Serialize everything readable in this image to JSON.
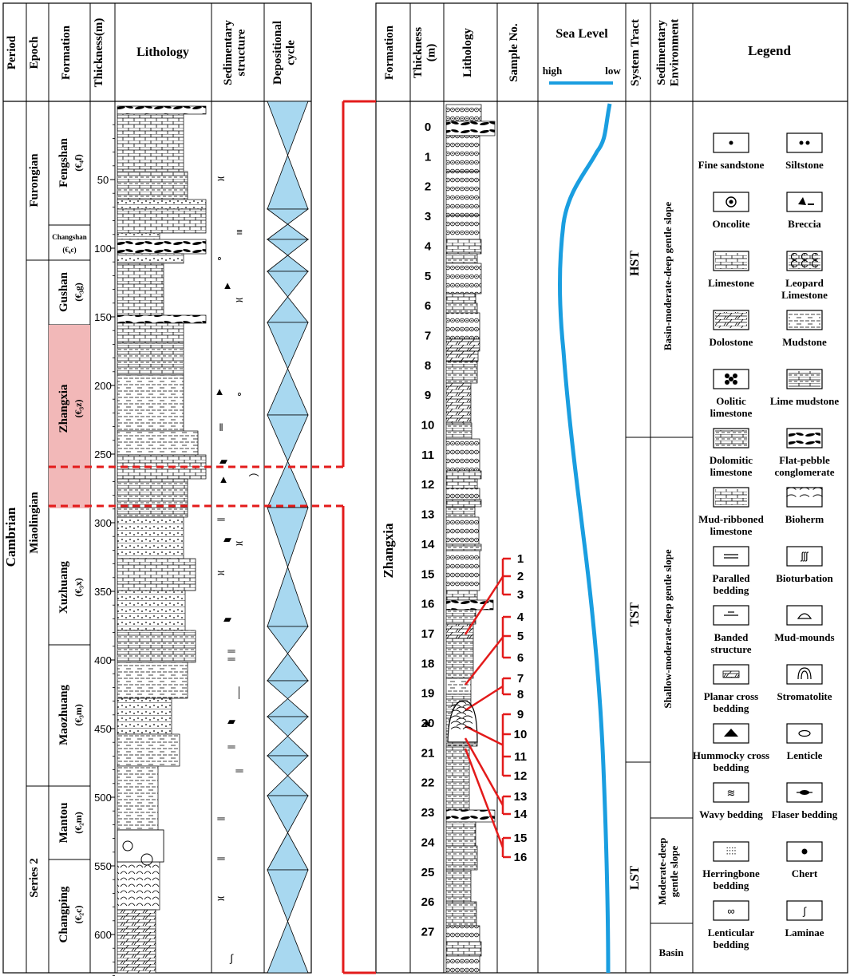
{
  "left_column": {
    "headers": {
      "period": "Period",
      "epoch": "Epoch",
      "formation": "Formation",
      "thickness": "Thickness(m)",
      "lithology": "Lithology",
      "sedimentary_structure": "Sedimentary structure",
      "depositional_cycle": "Depositional cycle"
    },
    "period": "Cambrian",
    "epochs": [
      "Furongian",
      "Miaolingian",
      "Series 2"
    ],
    "formations": [
      {
        "name": "Fengshan",
        "code": "(€₄f)"
      },
      {
        "name": "Changshan",
        "code": "(€₄c)"
      },
      {
        "name": "Gushan",
        "code": "(€₃g)"
      },
      {
        "name": "Zhangxia",
        "code": "(€₃z)"
      },
      {
        "name": "Xuzhuang",
        "code": "(€₃x)"
      },
      {
        "name": "Maozhuang",
        "code": "(€₃m)"
      },
      {
        "name": "Mantou",
        "code": "(€₂m)"
      },
      {
        "name": "Changping",
        "code": "(€₂c)"
      }
    ],
    "depth_ticks": [
      "50",
      "100",
      "150",
      "200",
      "250",
      "300",
      "350",
      "400",
      "450",
      "500",
      "550",
      "600"
    ],
    "highlight_color": "#f2b8b8",
    "cycle_color": "#a8d8f0"
  },
  "right_column": {
    "headers": {
      "formation": "Formation",
      "thickness": "Thickness",
      "thickness_unit": "(m)",
      "lithology": "Lithology",
      "sample_no": "Sample No.",
      "sea_level": "Sea Level",
      "sea_high": "high",
      "sea_low": "low",
      "system_tract": "System Tract",
      "sedimentary_environment": "Sedimentary Environment",
      "legend": "Legend"
    },
    "formation": "Zhangxia",
    "meter_ticks": [
      "0",
      "1",
      "2",
      "3",
      "4",
      "5",
      "6",
      "7",
      "8",
      "9",
      "10",
      "11",
      "12",
      "13",
      "14",
      "15",
      "16",
      "17",
      "18",
      "19",
      "20",
      "21",
      "22",
      "23",
      "24",
      "25",
      "26",
      "27"
    ],
    "samples": [
      "1",
      "2",
      "3",
      "4",
      "5",
      "6",
      "7",
      "8",
      "9",
      "10",
      "11",
      "12",
      "13",
      "14",
      "15",
      "16"
    ],
    "system_tracts": [
      "HST",
      "TST",
      "LST"
    ],
    "environments": [
      "Basin-moderate-deep gentle slope",
      "Shallow-moderate-deep gentle slope",
      "Moderate-deep gentle slope",
      "Basin"
    ],
    "sea_level_color": "#1a9ee0",
    "marker_color": "#e31b1b"
  },
  "legend_items": [
    {
      "label": "Fine sandstone",
      "icon": "fine-sandstone-icon"
    },
    {
      "label": "Siltstone",
      "icon": "siltstone-icon"
    },
    {
      "label": "Oncolite",
      "icon": "oncolite-icon"
    },
    {
      "label": "Breccia",
      "icon": "breccia-icon"
    },
    {
      "label": "Limestone",
      "icon": "limestone-icon"
    },
    {
      "label": "Leopard Limestone",
      "icon": "leopard-limestone-icon"
    },
    {
      "label": "Dolostone",
      "icon": "dolostone-icon"
    },
    {
      "label": "Mudstone",
      "icon": "mudstone-icon"
    },
    {
      "label": "Oolitic limestone",
      "icon": "oolitic-limestone-icon"
    },
    {
      "label": "Lime mudstone",
      "icon": "lime-mudstone-icon"
    },
    {
      "label": "Dolomitic limestone",
      "icon": "dolomitic-limestone-icon"
    },
    {
      "label": "Flat-pebble conglomerate",
      "icon": "flat-pebble-icon"
    },
    {
      "label": "Mud-ribboned limestone",
      "icon": "mud-ribboned-icon"
    },
    {
      "label": "Bioherm",
      "icon": "bioherm-icon"
    },
    {
      "label": "Paralled bedding",
      "icon": "parallel-bedding-icon"
    },
    {
      "label": "Bioturbation",
      "icon": "bioturbation-icon"
    },
    {
      "label": "Banded structure",
      "icon": "banded-structure-icon"
    },
    {
      "label": "Mud-mounds",
      "icon": "mud-mounds-icon"
    },
    {
      "label": "Planar cross bedding",
      "icon": "planar-cross-bedding-icon"
    },
    {
      "label": "Stromatolite",
      "icon": "stromatolite-icon"
    },
    {
      "label": "Hummocky cross bedding",
      "icon": "hummocky-icon"
    },
    {
      "label": "Lenticle",
      "icon": "lenticle-icon"
    },
    {
      "label": "Wavy bedding",
      "icon": "wavy-bedding-icon"
    },
    {
      "label": "Flaser bedding",
      "icon": "flaser-bedding-icon"
    },
    {
      "label": "Herringbone bedding",
      "icon": "herringbone-icon"
    },
    {
      "label": "Chert",
      "icon": "chert-icon"
    },
    {
      "label": "Lenticular bedding",
      "icon": "lenticular-bedding-icon"
    },
    {
      "label": "Laminae",
      "icon": "laminae-icon"
    }
  ]
}
